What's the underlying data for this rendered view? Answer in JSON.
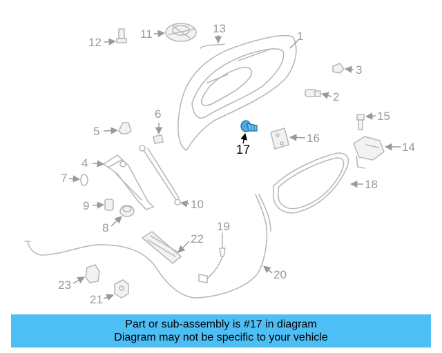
{
  "colors": {
    "banner_bg": "#4ebff5",
    "highlight": "#4aa8e0",
    "part_line": "#b8b8b8",
    "label": "#9a9a9a"
  },
  "labels": {
    "p1": "1",
    "p2": "2",
    "p3": "3",
    "p4": "4",
    "p5": "5",
    "p6": "6",
    "p7": "7",
    "p8": "8",
    "p9": "9",
    "p10": "10",
    "p11": "11",
    "p12": "12",
    "p13": "13",
    "p14": "14",
    "p15": "15",
    "p16": "16",
    "p17": "17",
    "p18": "18",
    "p19": "19",
    "p20": "20",
    "p21": "21",
    "p22": "22",
    "p23": "23"
  },
  "highlighted_part": "17",
  "banner": {
    "line1": "Part or sub-assembly is #17 in diagram",
    "line2": "Diagram may not be specific to your vehicle"
  }
}
